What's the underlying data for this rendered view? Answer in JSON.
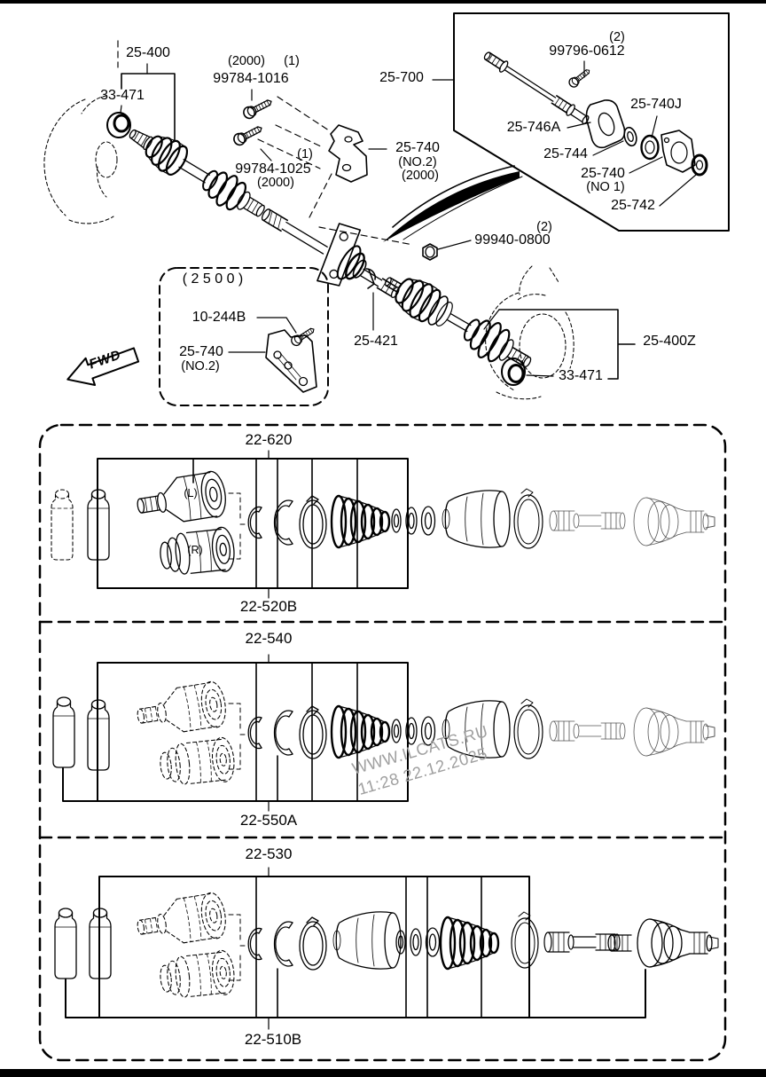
{
  "page": {
    "background": "#ffffff",
    "scan_bar_color": "#000000",
    "line_color": "#000000"
  },
  "watermark": {
    "line1": "WWW.ILCATS.RU",
    "line2": "11:28 22.12.2025",
    "color": "#a0a0a0"
  },
  "top_assembly": {
    "labels": {
      "axle_left": "25-400",
      "seal_left": "33-471",
      "qty_2000_a": "(2000)",
      "qty_1_a": "(1)",
      "bolt_a": "99784-1016",
      "qty_1_b": "(1)",
      "bolt_b": "99784-1025",
      "qty_2000_b": "(2000)",
      "rear_assembly": "25-700",
      "qty_2_a": "(2)",
      "bolt_c": "99796-0612",
      "bearing_740j": "25-740J",
      "deflector_746a": "25-746A",
      "washer_744": "25-744",
      "bracket_no1": "25-740",
      "bracket_no1_sub": "(NO 1)",
      "seal_742": "25-742",
      "bracket_no2": "25-740",
      "bracket_no2_sub": "(NO.2)",
      "bracket_no2_sub2": "(2000)",
      "qty_2_b": "(2)",
      "nut": "99940-0800",
      "engine_2500": "( 2 5 0 0 )",
      "bolt_d": "10-244B",
      "bracket_no2b": "25-740",
      "bracket_no2b_sub": "(NO.2)",
      "damper_421": "25-421",
      "seal_right": "33-471",
      "axle_right": "25-400Z",
      "fwd": "FWD"
    }
  },
  "kits": {
    "row1": {
      "top_label": "22-620",
      "bottom_label": "22-520B",
      "left_mark": "(L)",
      "right_mark": "(R)"
    },
    "row2": {
      "top_label": "22-540",
      "bottom_label": "22-550A"
    },
    "row3": {
      "top_label": "22-530",
      "bottom_label": "22-510B"
    }
  }
}
